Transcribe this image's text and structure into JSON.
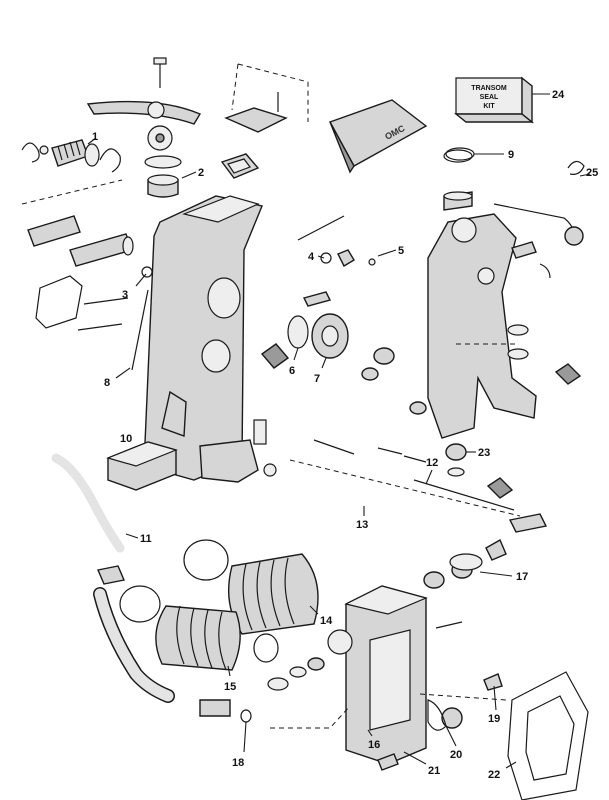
{
  "kit_box": {
    "line1": "TRANSOM",
    "line2": "SEAL",
    "line3": "KIT"
  },
  "logo": {
    "text": "OMC"
  },
  "callouts": [
    "1",
    "2",
    "3",
    "4",
    "5",
    "6",
    "7",
    "8",
    "9",
    "10",
    "11",
    "12",
    "13",
    "14",
    "15",
    "16",
    "17",
    "18",
    "19",
    "20",
    "21",
    "22",
    "23",
    "24",
    "25"
  ]
}
